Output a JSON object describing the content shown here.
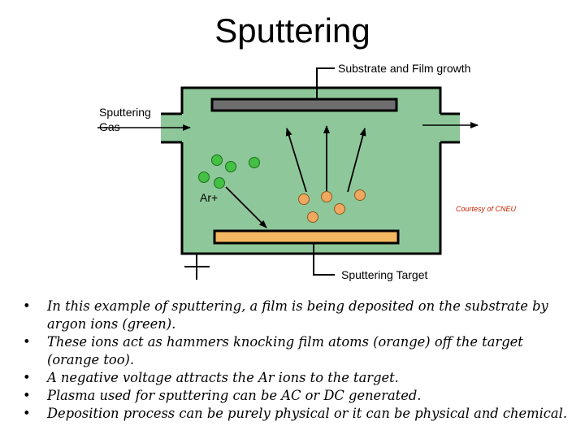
{
  "title": "Sputtering",
  "labels": {
    "substrate": "Substrate and Film growth",
    "gas_line1": "Sputtering",
    "gas_line2": "Gas",
    "ar": "Ar+",
    "credit": "Courtesy of CNEU",
    "target": "Sputtering Target"
  },
  "colors": {
    "chamber": "#8ec89a",
    "substrate": "#6e6e6e",
    "target": "#f5b862",
    "argon": "#44c044",
    "film_atom": "#f0a860",
    "credit_text": "#cc2200"
  },
  "bullets": [
    "In this example of sputtering, a film is being deposited on  the substrate by argon ions (green).",
    "These ions act as hammers knocking film atoms (orange) off the target (orange too).",
    "A negative voltage attracts the Ar ions to the target.",
    "Plasma used for sputtering can be AC or DC generated.",
    "Deposition process can be purely physical or it can be physical and chemical."
  ],
  "bullet_symbol": "•"
}
